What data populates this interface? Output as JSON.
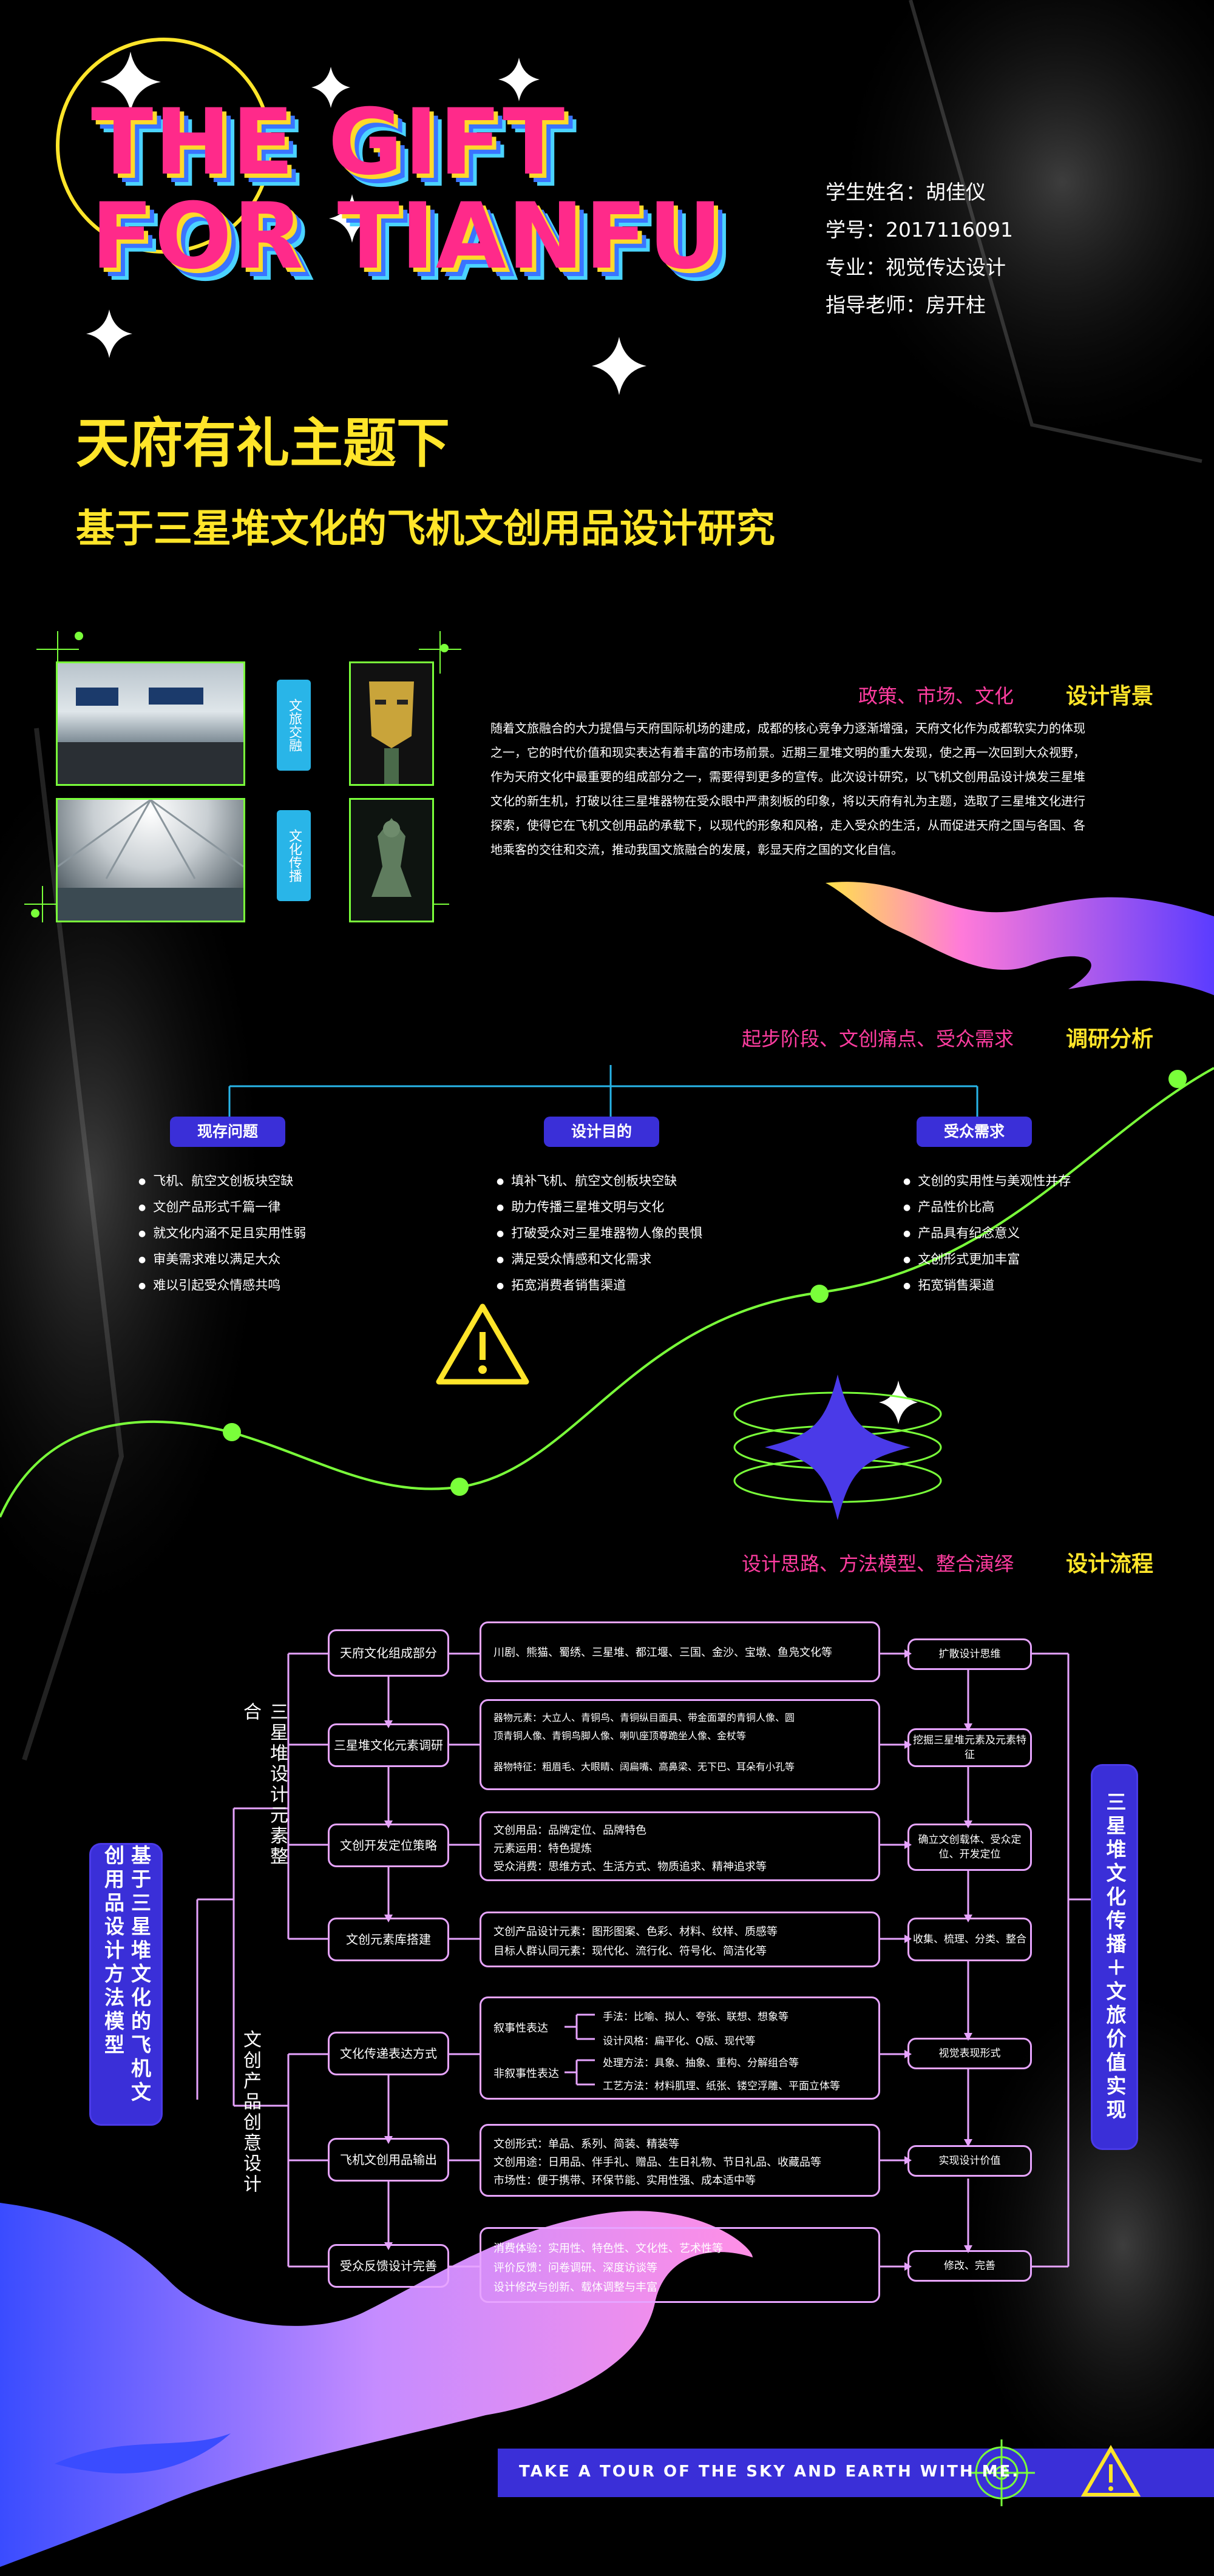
{
  "header": {
    "title_line1": "THE GIFT",
    "title_line2": "FOR TIANFU"
  },
  "student": {
    "name": "学生姓名：胡佳仪",
    "id": "学号：2017116091",
    "major": "专业：视觉传达设计",
    "advisor": "指导老师：房开柱"
  },
  "main_title": {
    "line1": "天府有礼主题下",
    "line2": "基于三星堆文化的飞机文创用品设计研究"
  },
  "background": {
    "subtitle": "政策、市场、文化",
    "heading": "设计背景",
    "tag_top": "文旅交融",
    "tag_bottom": "文化传播",
    "paragraph": [
      "随着文旅融合的大力提倡与天府国际机场的建成，成都的核心竞争力逐渐增强，天府文化作为成都软实力的体现",
      "之一，它的时代价值和现实表达有着丰富的市场前景。近期三星堆文明的重大发现，使之再一次回到大众视野，",
      "作为天府文化中最重要的组成部分之一，需要得到更多的宣传。此次设计研究，以飞机文创用品设计焕发三星堆",
      "文化的新生机，打破以往三星堆器物在受众眼中严肃刻板的印象，将以天府有礼为主题，选取了三星堆文化进行",
      "探索，使得它在飞机文创用品的承载下，以现代的形象和风格，走入受众的生活，从而促进天府之国与各国、各",
      "地乘客的交往和交流，推动我国文旅融合的发展，彰显天府之国的文化自信。"
    ]
  },
  "research": {
    "subtitle": "起步阶段、文创痛点、受众需求",
    "heading": "调研分析",
    "columns": [
      {
        "title": "现存问题",
        "items": [
          "飞机、航空文创板块空缺",
          "文创产品形式千篇一律",
          "就文化内涵不足且实用性弱",
          "审美需求难以满足大众",
          "难以引起受众情感共鸣"
        ]
      },
      {
        "title": "设计目的",
        "items": [
          "填补飞机、航空文创板块空缺",
          "助力传播三星堆文明与文化",
          "打破受众对三星堆器物人像的畏惧",
          "满足受众情感和文化需求",
          "拓宽消费者销售渠道"
        ]
      },
      {
        "title": "受众需求",
        "items": [
          "文创的实用性与美观性并存",
          "产品性价比高",
          "产品具有纪念意义",
          "文创形式更加丰富",
          "拓宽销售渠道"
        ]
      }
    ]
  },
  "process": {
    "subtitle": "设计思路、方法模型、整合演绎",
    "heading": "设计流程",
    "left_box": "基于三星堆文化的飞机文创用品设计方法模型",
    "branch_top": "三星堆设计元素整合",
    "branch_bottom": "文创产品创意设计",
    "right_box": "三星堆文化传播＋文旅价值实现",
    "steps": [
      {
        "name": "天府文化组成部分",
        "detail": [
          "川剧、熊猫、蜀绣、三星堆、都江堰、三国、金沙、宝墩、鱼凫文化等"
        ],
        "result": "扩散设计思维"
      },
      {
        "name": "三星堆文化元素调研",
        "detail": [
          "器物元素：大立人、青铜鸟、青铜纵目面具、带金面罩的青铜人像、圆",
          "顶青铜人像、青铜鸟脚人像、喇叭座顶尊跪坐人像、金杖等",
          "器物特征：粗眉毛、大眼睛、阔扁嘴、高鼻梁、无下巴、耳朵有小孔等"
        ],
        "result": "挖掘三星堆元素及元素特征"
      },
      {
        "name": "文创开发定位策略",
        "detail": [
          "文创用品：品牌定位、品牌特色",
          "元素运用：特色提炼",
          "受众消费：思维方式、生活方式、物质追求、精神追求等"
        ],
        "result": "确立文创载体、受众定位、开发定位"
      },
      {
        "name": "文创元素库搭建",
        "detail": [
          "文创产品设计元素：图形图案、色彩、材料、纹样、质感等",
          "目标人群认同元素：现代化、流行化、符号化、简洁化等"
        ],
        "result": "收集、梳理、分类、整合"
      },
      {
        "name": "文化传递表达方式",
        "detail": [],
        "result": "视觉表现形式"
      },
      {
        "name": "飞机文创用品输出",
        "detail": [
          "文创形式：单品、系列、简装、精装等",
          "文创用途：日用品、伴手礼、赠品、生日礼物、节日礼品、收藏品等",
          "市场性：便于携带、环保节能、实用性强、成本适中等"
        ],
        "result": "实现设计价值"
      },
      {
        "name": "受众反馈设计完善",
        "detail": [
          "消费体验：实用性、特色性、文化性、艺术性等",
          "评价反馈：问卷调研、深度访谈等",
          "设计修改与创新、载体调整与丰富"
        ],
        "result": "修改、完善"
      }
    ],
    "express": {
      "narrative_label": "叙事性表达",
      "narrative": [
        "手法：比喻、拟人、夸张、联想、想象等",
        "设计风格：扁平化、Q版、现代等"
      ],
      "non_narrative_label": "非叙事性表达",
      "non_narrative": [
        "处理方法：具象、抽象、重构、分解组合等",
        "工艺方法：材料肌理、纸张、镂空浮雕、平面立体等"
      ]
    }
  },
  "footer": {
    "slogan": "TAKE A TOUR OF THE SKY AND EARTH WITH ME."
  },
  "colors": {
    "accent_yellow": "#ffe52a",
    "accent_pink": "#ff3da0",
    "accent_blue": "#3a2fd8",
    "line_green": "#7aff3a",
    "box_border": "#e7a4ff"
  }
}
